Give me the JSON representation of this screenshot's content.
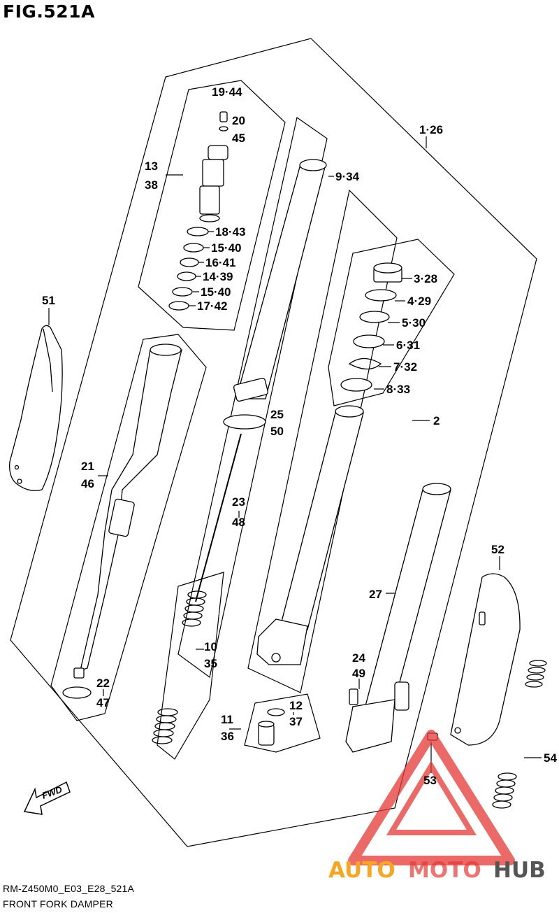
{
  "figure": {
    "title": "FIG.521A",
    "code": "RM-Z450M0_E03_E28_521A",
    "subtitle": "FRONT FORK DAMPER"
  },
  "fwd_badge": "FWD",
  "watermark": {
    "auto": "AUTO",
    "moto": "MOTO",
    "hub": "HUB",
    "color_red": "#e53935",
    "color_orange": "#f5a623",
    "color_gray": "#555555"
  },
  "callouts": [
    {
      "id": "c-19-44",
      "text": "19·44"
    },
    {
      "id": "c-20",
      "text": "20"
    },
    {
      "id": "c-45",
      "text": "45"
    },
    {
      "id": "c-13",
      "text": "13"
    },
    {
      "id": "c-38",
      "text": "38"
    },
    {
      "id": "c-18-43",
      "text": "18·43"
    },
    {
      "id": "c-15-40a",
      "text": "15·40"
    },
    {
      "id": "c-16-41",
      "text": "16·41"
    },
    {
      "id": "c-14-39",
      "text": "14·39"
    },
    {
      "id": "c-15-40b",
      "text": "15·40"
    },
    {
      "id": "c-17-42",
      "text": "17·42"
    },
    {
      "id": "c-1-26",
      "text": "1·26"
    },
    {
      "id": "c-9-34",
      "text": "9·34"
    },
    {
      "id": "c-3-28",
      "text": "3·28"
    },
    {
      "id": "c-4-29",
      "text": "4·29"
    },
    {
      "id": "c-5-30",
      "text": "5·30"
    },
    {
      "id": "c-6-31",
      "text": "6·31"
    },
    {
      "id": "c-7-32",
      "text": "7·32"
    },
    {
      "id": "c-8-33",
      "text": "8·33"
    },
    {
      "id": "c-51",
      "text": "51"
    },
    {
      "id": "c-2",
      "text": "2"
    },
    {
      "id": "c-25",
      "text": "25"
    },
    {
      "id": "c-50",
      "text": "50"
    },
    {
      "id": "c-21",
      "text": "21"
    },
    {
      "id": "c-46",
      "text": "46"
    },
    {
      "id": "c-23",
      "text": "23"
    },
    {
      "id": "c-48",
      "text": "48"
    },
    {
      "id": "c-52",
      "text": "52"
    },
    {
      "id": "c-27",
      "text": "27"
    },
    {
      "id": "c-10",
      "text": "10"
    },
    {
      "id": "c-35",
      "text": "35"
    },
    {
      "id": "c-24",
      "text": "24"
    },
    {
      "id": "c-49",
      "text": "49"
    },
    {
      "id": "c-22",
      "text": "22"
    },
    {
      "id": "c-47",
      "text": "47"
    },
    {
      "id": "c-12",
      "text": "12"
    },
    {
      "id": "c-37",
      "text": "37"
    },
    {
      "id": "c-11",
      "text": "11"
    },
    {
      "id": "c-36",
      "text": "36"
    },
    {
      "id": "c-54",
      "text": "54"
    },
    {
      "id": "c-53",
      "text": "53"
    }
  ]
}
